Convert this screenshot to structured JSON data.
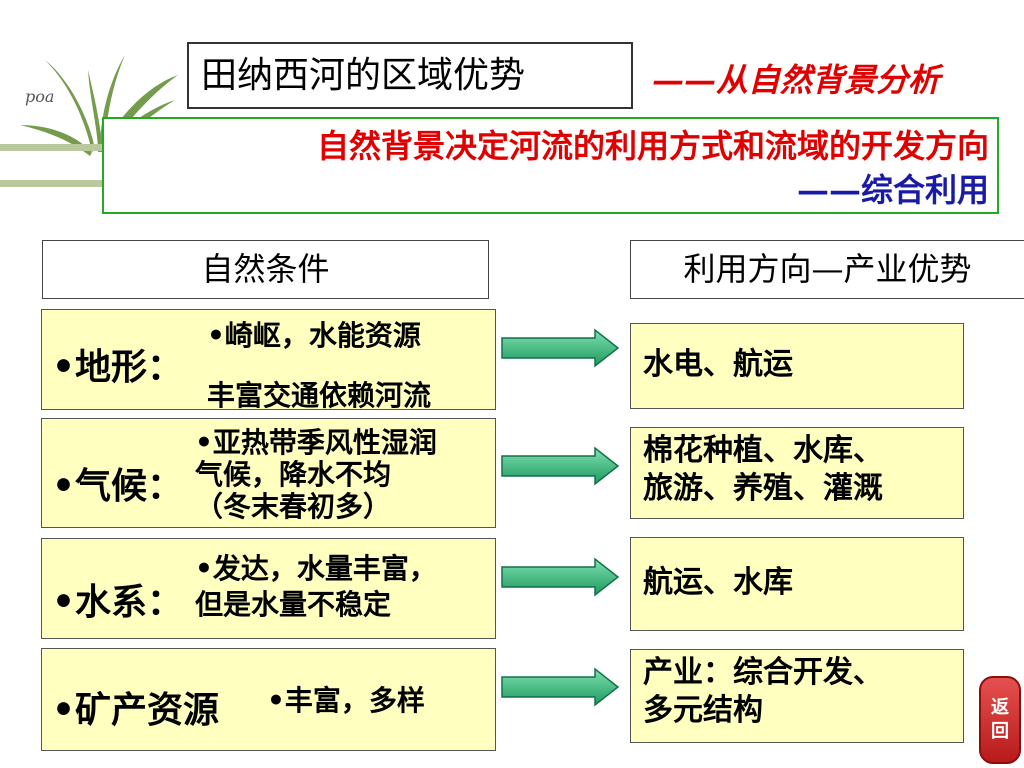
{
  "logo": {
    "text": "poa"
  },
  "title": "田纳西河的区域优势",
  "subtitle": "——从自然背景分析",
  "banner": {
    "line1": "自然背景决定河流的利用方式和流域的开发方向",
    "line2": "——综合利用"
  },
  "headers": {
    "left": "自然条件",
    "right": "利用方向—产业优势"
  },
  "rows": [
    {
      "label": "•地形：",
      "desc_line1": "•崎岖，水能资源",
      "desc_line2": "丰富交通依赖河流",
      "result_line1": "水电、航运",
      "result_line2": ""
    },
    {
      "label": "•气候：",
      "desc_line1": "•亚热带季风性湿润",
      "desc_line2": "气候，降水不均",
      "desc_line3": "（冬末春初多）",
      "result_line1": "棉花种植、水库、",
      "result_line2": "旅游、养殖、灌溉"
    },
    {
      "label": "•水系：",
      "desc_line1": "•发达，水量丰富，",
      "desc_line2": "但是水量不稳定",
      "result_line1": "航运、水库",
      "result_line2": ""
    },
    {
      "label": "•矿产资源",
      "desc_line1": "•丰富，多样",
      "result_line1": "产业：综合开发、",
      "result_line2": "多元结构"
    }
  ],
  "back_button": {
    "line1": "返",
    "line2": "回"
  },
  "colors": {
    "red": "#e00000",
    "blue": "#1a1aa8",
    "green_border": "#22aa22",
    "box_fill": "#ffffc0",
    "arrow_fill": "#2eb07a"
  }
}
